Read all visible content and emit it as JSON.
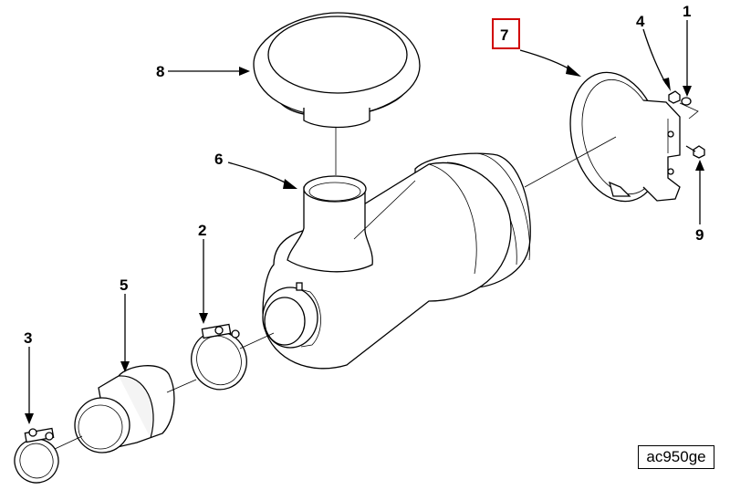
{
  "diagram": {
    "callouts": {
      "c1": "1",
      "c2": "2",
      "c3": "3",
      "c4": "4",
      "c5": "5",
      "c6": "6",
      "c7": "7",
      "c8": "8",
      "c9": "9"
    },
    "highlighted_callout": "7",
    "highlight_color": "#d00000",
    "drawing_code": "ac950ge"
  }
}
